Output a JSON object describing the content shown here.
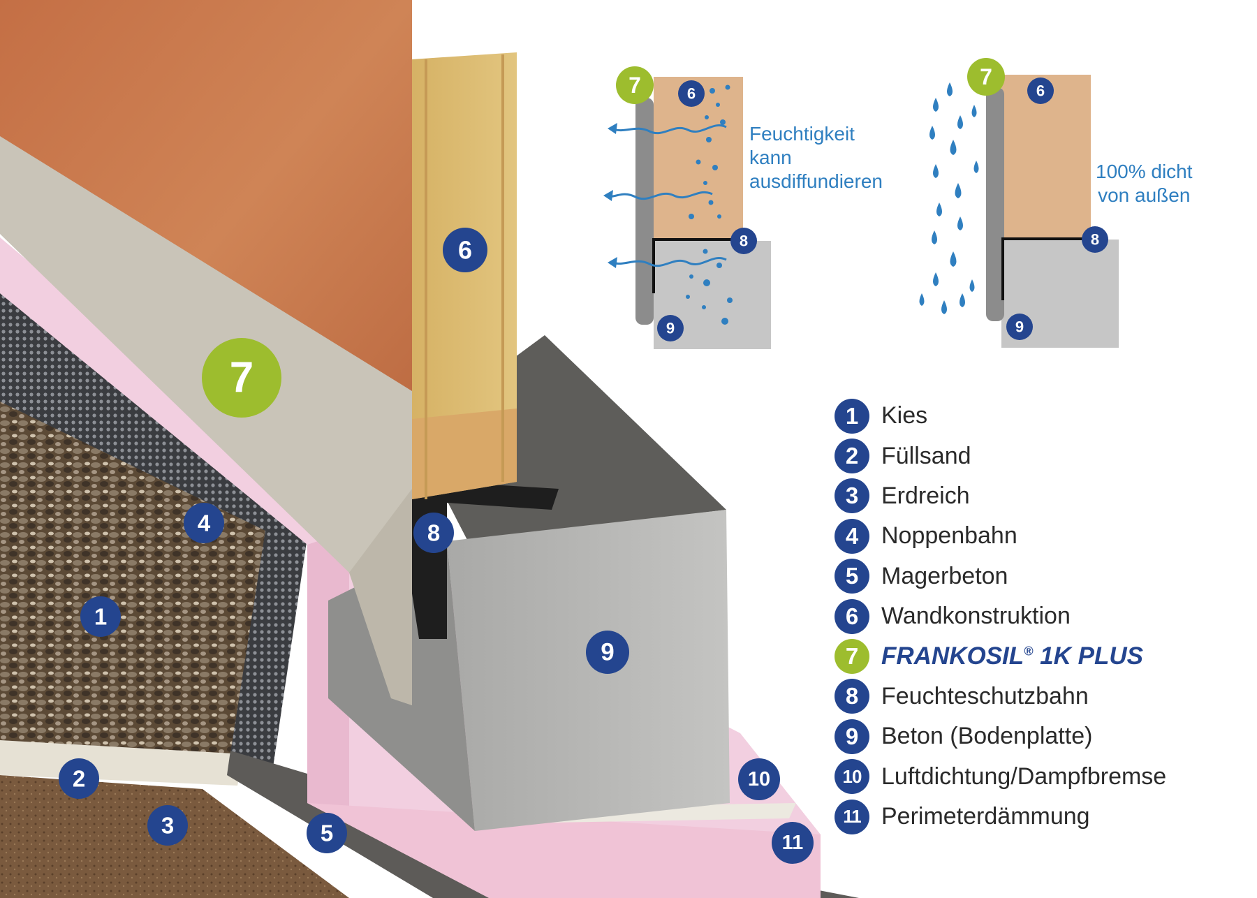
{
  "legend": [
    {
      "num": "1",
      "label": "Kies"
    },
    {
      "num": "2",
      "label": "Füllsand"
    },
    {
      "num": "3",
      "label": "Erdreich"
    },
    {
      "num": "4",
      "label": "Noppenbahn"
    },
    {
      "num": "5",
      "label": "Magerbeton"
    },
    {
      "num": "6",
      "label": "Wandkonstruktion"
    },
    {
      "num": "7",
      "label": "FRANKOSIL",
      "trademark": "®",
      "label_suffix": " 1K PLUS",
      "highlight": true
    },
    {
      "num": "8",
      "label": "Feuchteschutzbahn"
    },
    {
      "num": "9",
      "label": "Beton (Bodenplatte)"
    },
    {
      "num": "10",
      "label": "Luftdichtung/Dampfbremse"
    },
    {
      "num": "11",
      "label": "Perimeterdämmung"
    }
  ],
  "diagram_left": {
    "caption_lines": [
      "Feuchtigkeit",
      "kann",
      "ausdiffundieren"
    ],
    "markers": [
      "7",
      "6",
      "8",
      "9"
    ]
  },
  "diagram_right": {
    "caption_lines": [
      "100% dicht",
      "von außen"
    ],
    "markers": [
      "7",
      "6",
      "8",
      "9"
    ]
  },
  "main_markers": [
    "1",
    "2",
    "3",
    "4",
    "5",
    "6",
    "7",
    "8",
    "9",
    "10",
    "11"
  ],
  "colors": {
    "marker_blue": "#24458f",
    "marker_green": "#9dbd2e",
    "caption_blue": "#2f7fc0",
    "wood": "#c77a4e",
    "insulation": "#d9c07a",
    "concrete": "#b8b8b6",
    "membrane": "#c9c4b8",
    "perimeter_insulation": "#f2cfe0"
  }
}
